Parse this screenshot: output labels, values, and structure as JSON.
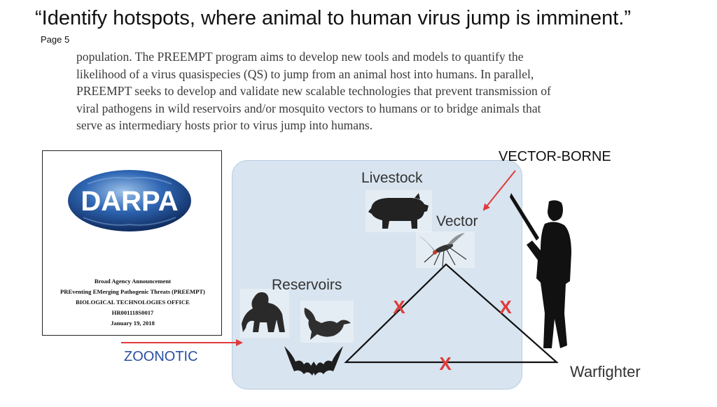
{
  "slide": {
    "title": "“Identify hotspots, where animal to human virus jump is imminent.”",
    "page_ref": "Page 5"
  },
  "excerpt": {
    "lines": [
      "population. The PREEMPT program aims to develop new tools and models to quantify the",
      "likelihood of a virus quasispecies (QS) to jump from an animal host into humans. In parallel,",
      "PREEMPT seeks to develop and validate new scalable technologies that prevent transmission of",
      "viral pathogens in wild reservoirs and/or mosquito vectors to humans or to bridge animals that",
      "serve as intermediary hosts prior to virus jump into humans."
    ]
  },
  "cover": {
    "logo_text": "DARPA",
    "line1": "Broad Agency Announcement",
    "line2": "PREventing EMerging Pathogenic Threats (PREEMPT)",
    "line3": "BIOLOGICAL TECHNOLOGIES OFFICE",
    "line4": "HR001118S0017",
    "line5": "January 19, 2018"
  },
  "diagram": {
    "livestock_label": "Livestock",
    "vector_label": "Vector",
    "reservoirs_label": "Reservoirs",
    "warfighter_label": "Warfighter",
    "x_mark": "X"
  },
  "annotations": {
    "vector_borne": "VECTOR-BORNE",
    "zoonotic": "ZOONOTIC"
  },
  "colors": {
    "panel_fill": "#d8e4ef",
    "x_mark": "#e03a3a",
    "arrow": "#e03a3a",
    "zoonotic_text": "#2a4fa0"
  }
}
